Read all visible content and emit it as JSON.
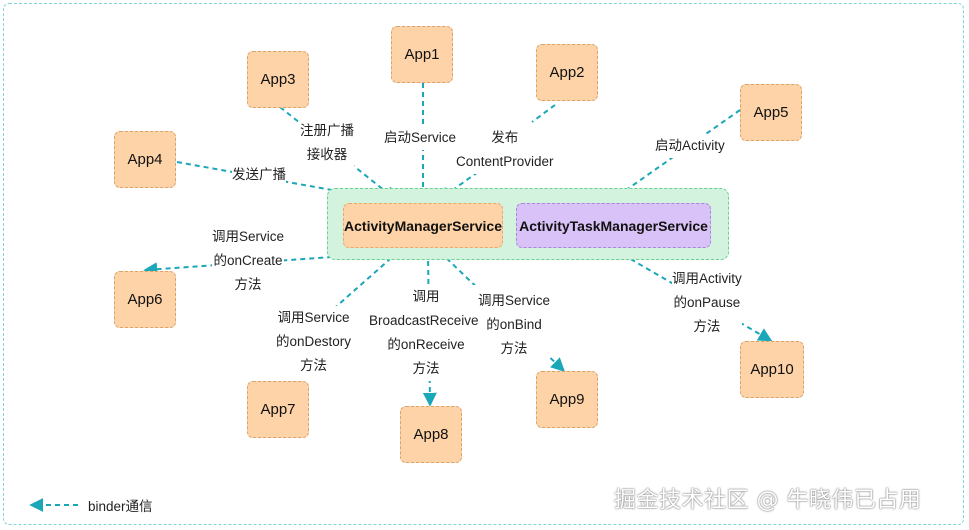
{
  "apps": [
    "App1",
    "App2",
    "App3",
    "App4",
    "App5",
    "App6",
    "App7",
    "App8",
    "App9",
    "App10"
  ],
  "services": {
    "ams": "ActivityManagerService",
    "atms": "ActivityTaskManagerService"
  },
  "labels": {
    "app1": "启动Service",
    "app2": [
      "发布",
      "ContentProvider"
    ],
    "app3": [
      "注册广播",
      "接收器"
    ],
    "app4": "发送广播",
    "app5": "启动Activity",
    "app6": [
      "调用Service",
      "的onCreate",
      "方法"
    ],
    "app7": [
      "调用Service",
      "的onDestory",
      "方法"
    ],
    "app8": [
      "调用",
      "BroadcastReceiver",
      "的onReceive",
      "方法"
    ],
    "app9": [
      "调用Service",
      "的onBind",
      "方法"
    ],
    "app10": [
      "调用Activity",
      "的onPause",
      "方法"
    ]
  },
  "legend": "binder通信",
  "watermark": "掘金技术社区 @ 牛晓伟已占用",
  "colors": {
    "arrow": "#1aa7b8",
    "app_fill": "#fdd3a7",
    "ams_fill": "#fdd3a7",
    "atms_fill": "#d9c2f7",
    "group_fill": "#d4f3df"
  }
}
